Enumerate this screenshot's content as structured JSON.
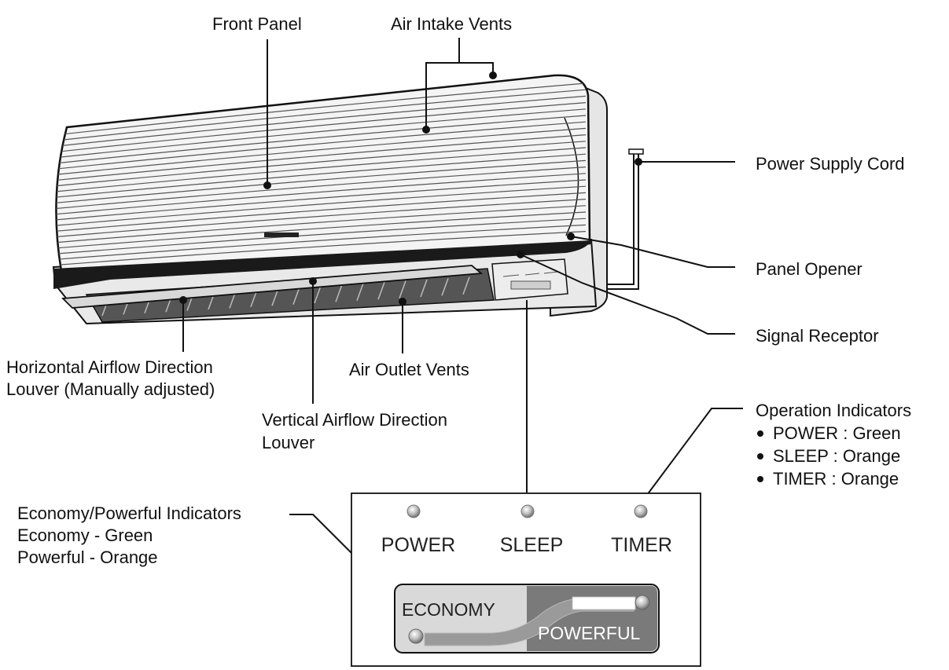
{
  "labels": {
    "front_panel": "Front Panel",
    "air_intake_vents": "Air Intake Vents",
    "power_supply_cord": "Power Supply Cord",
    "panel_opener": "Panel Opener",
    "signal_receptor": "Signal Receptor",
    "horizontal_louver_line1": "Horizontal Airflow Direction",
    "horizontal_louver_line2": "Louver (Manually adjusted)",
    "air_outlet_vents": "Air Outlet Vents",
    "vertical_louver_line1": "Vertical Airflow Direction",
    "vertical_louver_line2": "Louver"
  },
  "operation_indicators": {
    "title": "Operation Indicators",
    "items": [
      "POWER : Green",
      "SLEEP : Orange",
      "TIMER : Orange"
    ]
  },
  "economy_powerful": {
    "title": "Economy/Powerful Indicators",
    "lines": [
      "Economy - Green",
      "Powerful - Orange"
    ]
  },
  "display_panel": {
    "indicators": [
      "POWER",
      "SLEEP",
      "TIMER"
    ],
    "economy_label": "ECONOMY",
    "powerful_label": "POWERFUL"
  },
  "colors": {
    "line": "#111111",
    "unit_body": "#f2f2f2",
    "dark_strip": "#1a1a1a",
    "powerful_bg": "#7a7a7a",
    "economy_bg": "#d9d9d9"
  }
}
